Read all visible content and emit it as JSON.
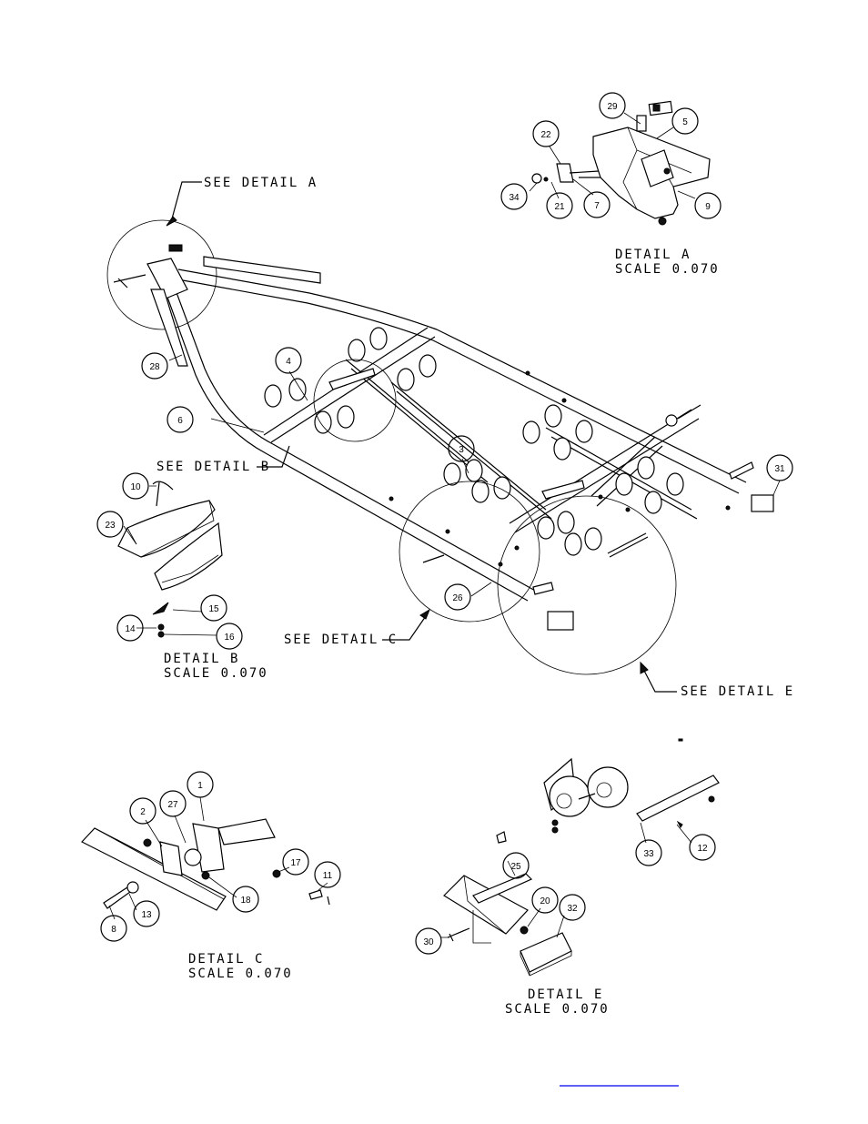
{
  "callouts": {
    "see_a": "SEE DETAIL  A",
    "see_b": "SEE DETAIL  B",
    "see_c": "SEE DETAIL  C",
    "see_e": "SEE DETAIL  E"
  },
  "details": {
    "a": {
      "title": "DETAIL  A",
      "scale": "SCALE  0.070"
    },
    "b": {
      "title": "DETAIL  B",
      "scale": "SCALE  0.070"
    },
    "c": {
      "title": "DETAIL  C",
      "scale": "SCALE  0.070"
    },
    "e": {
      "title": "DETAIL  E",
      "scale": "SCALE  0.070"
    }
  },
  "balloons": {
    "p29": "29",
    "p5": "5",
    "p22": "22",
    "p34": "34",
    "p21": "21",
    "p7": "7",
    "p9": "9",
    "p28": "28",
    "p4": "4",
    "p6": "6",
    "p3": "3",
    "p31": "31",
    "p10": "10",
    "p23": "23",
    "p15": "15",
    "p14": "14",
    "p16": "16",
    "p26": "26",
    "p1": "1",
    "p27": "27",
    "p2": "2",
    "p17": "17",
    "p11": "11",
    "p18": "18",
    "p13": "13",
    "p8": "8",
    "p25": "25",
    "p20": "20",
    "p32": "32",
    "p30": "30",
    "p33": "33",
    "p12": "12"
  },
  "colors": {
    "ink": "#000000",
    "link": "#0000ee"
  }
}
